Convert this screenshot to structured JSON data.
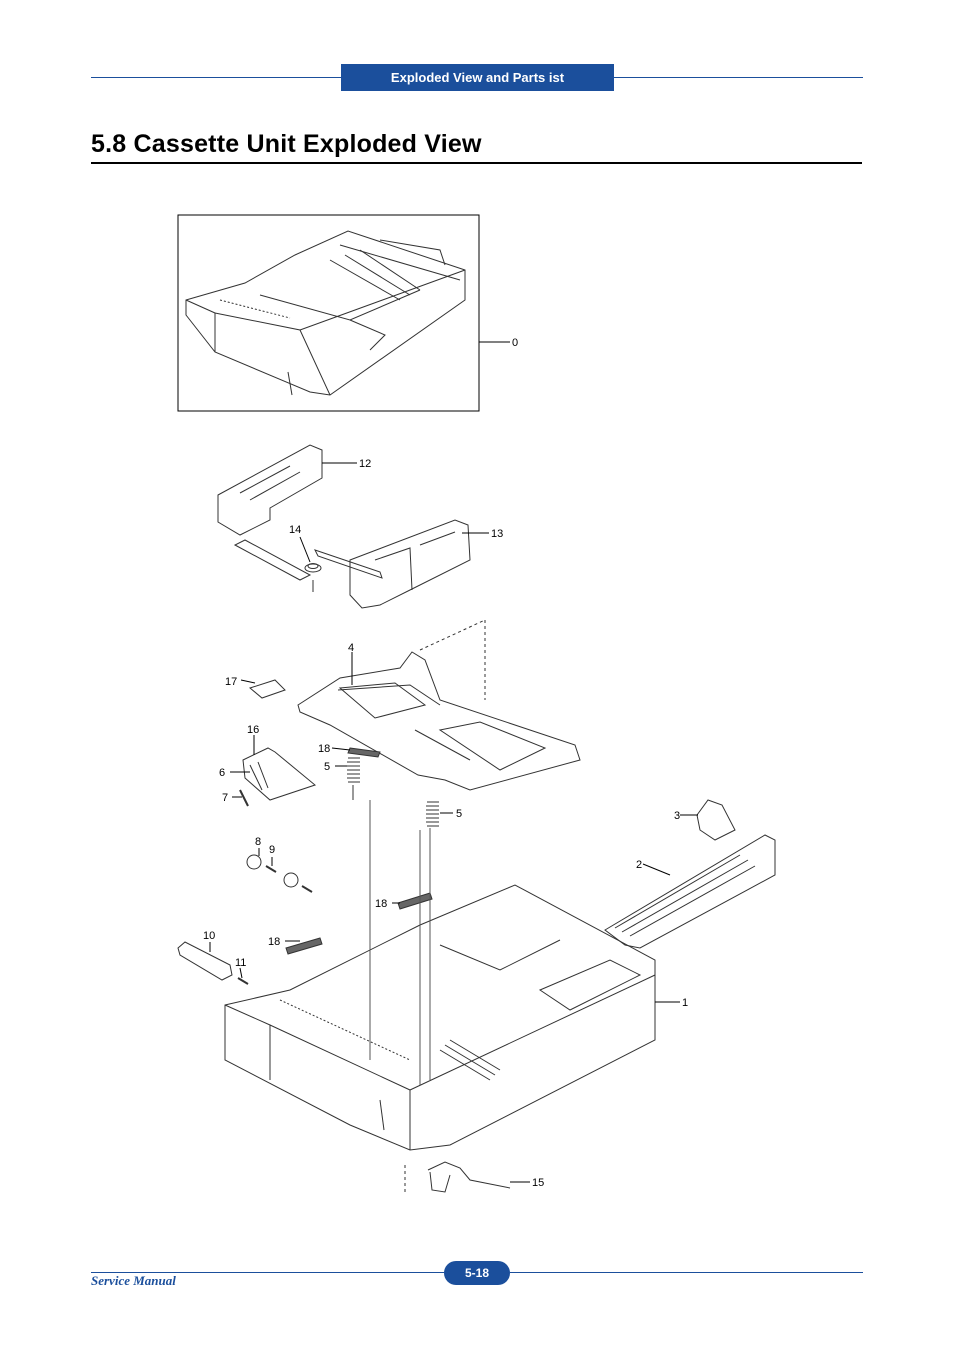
{
  "header": {
    "section_tab": "Exploded View and Parts   ist"
  },
  "page_title": "5.8  Cassette Unit Exploded View",
  "callouts": {
    "c0": "0",
    "c1": "1",
    "c2": "2",
    "c3": "3",
    "c4": "4",
    "c5a": "5",
    "c5b": "5",
    "c6": "6",
    "c7": "7",
    "c8": "8",
    "c9": "9",
    "c10": "10",
    "c11": "11",
    "c12": "12",
    "c13": "13",
    "c14": "14",
    "c15": "15",
    "c16": "16",
    "c17": "17",
    "c18a": "18",
    "c18b": "18",
    "c18c": "18"
  },
  "footer": {
    "left": "Service Manual",
    "page": "5-18"
  },
  "colors": {
    "brand": "#1b4f9c"
  }
}
